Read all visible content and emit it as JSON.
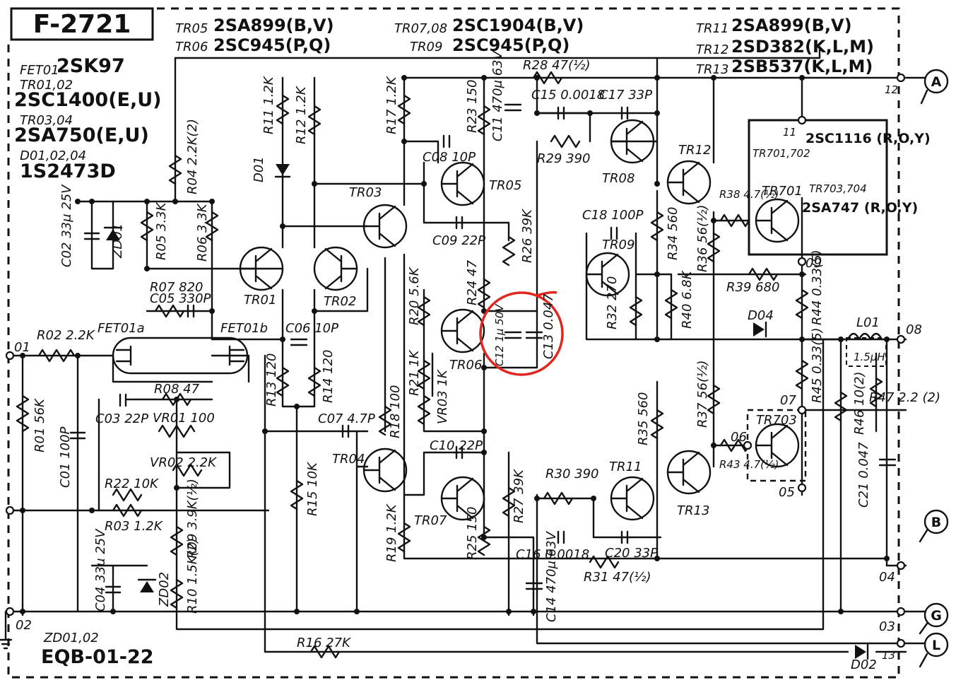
{
  "title": "F-2721",
  "board": "EQB-01-22",
  "part_lists": [
    [
      "FET01",
      "2SK97"
    ],
    [
      "TR01,02",
      "2SC1400(E,U)"
    ],
    [
      "TR03,04",
      "2SA750(E,U)"
    ],
    [
      "D01,02,04",
      "1S2473D"
    ],
    [
      "TR05",
      "2SA899(B,V)"
    ],
    [
      "TR06",
      "2SC945(P,Q)"
    ],
    [
      "TR07,08",
      "2SC1904(B,V)"
    ],
    [
      "TR09",
      "2SC945(P,Q)"
    ],
    [
      "TR11",
      "2SA899(B,V)"
    ],
    [
      "TR12",
      "2SD382(K,L,M)"
    ],
    [
      "TR13",
      "2SB537(K,L,M)"
    ],
    [
      "TR701,702",
      "2SC1116 (R,O,Y)"
    ],
    [
      "TR703,704",
      "2SA747 (R,O,Y)"
    ],
    [
      "ZD01,02",
      ""
    ]
  ],
  "part_labels": {
    "fet01a": "FET01a",
    "fet01b": "FET01b",
    "tr01": "TR01",
    "tr02": "TR02",
    "tr03": "TR03",
    "tr04": "TR04",
    "tr05": "TR05",
    "tr06": "TR06",
    "tr07": "TR07",
    "tr08": "TR08",
    "tr09": "TR09",
    "tr11": "TR11",
    "tr12": "TR12",
    "tr13": "TR13",
    "tr701": "TR701",
    "tr703": "TR703",
    "d01": "D01",
    "d02": "D02",
    "d04": "D04",
    "zd01": "ZD01",
    "zd02": "ZD02",
    "l01": "L01",
    "l01v": "1.5μH"
  },
  "components": {
    "r01": "R01 56K",
    "r02": "R02 2.2K",
    "r03": "R03 1.2K",
    "r04": "R04 2.2K(2)",
    "r05": "R05 3.3K",
    "r06": "R06 3.3K",
    "r07": "R07 820",
    "r08": "R08 47",
    "r09": "R09 3.9K(½)",
    "r10": "R10 1.5K(2)",
    "r11": "R11 1.2K",
    "r12": "R12 1.2K",
    "r13": "R13 120",
    "r14": "R14 120",
    "r15": "R15 10K",
    "r16": "R16 27K",
    "r17": "R17 1.2K",
    "r18": "R18 100",
    "r19": "R19 1.2K",
    "r20": "R20 5.6K",
    "r21": "R21 1K",
    "r22": "R22 10K",
    "r23": "R23 150",
    "r24": "R24 47",
    "r25": "R25 150",
    "r26": "R26 39K",
    "r27": "R27 39K",
    "r28": "R28 47(½)",
    "r29": "R29 390",
    "r30": "R30 390",
    "r31": "R31 47(½)",
    "r32": "R32 270",
    "r34": "R34 560",
    "r35": "R35 560",
    "r36": "R36 56(½)",
    "r37": "R37 56(½)",
    "r38": "R38 4.7(½)",
    "r39": "R39 680",
    "r40": "R40 6.8K",
    "r43": "R43 4.7(½)",
    "r44": "R44 0.33(5)",
    "r45": "R45 0.33(5)",
    "r46": "R46 10(2)",
    "r47": "R47 2.2 (2)",
    "vr01": "VR01 100",
    "vr02": "VR02 2.2K",
    "vr03": "VR03 1K",
    "c01": "C01 100P",
    "c02": "C02 33μ 25V",
    "c03": "C03 22P",
    "c04": "C04 33μ 25V",
    "c05": "C05 330P",
    "c06": "C06 10P",
    "c07": "C07 4.7P",
    "c08": "C08 10P",
    "c09": "C09 22P",
    "c10": "C10 22P",
    "c11": "C11 470μ 63V",
    "c12": "C12 1μ 50V",
    "c13": "C13 0.047",
    "c14": "C14 470μ 63V",
    "c15": "C15 0.0018",
    "c16": "C16 0.0018",
    "c17": "C17 33P",
    "c18": "C18 100P",
    "c20": "C20 33P",
    "c21": "C21 0.047"
  },
  "nodes": {
    "n01": "01",
    "n02": "02",
    "n03": "03",
    "n04": "04",
    "n05": "05",
    "n06": "06",
    "n07": "07",
    "n08": "08",
    "n09": "09",
    "n11": "11",
    "n12": "12",
    "n13": "13"
  },
  "terminals": {
    "a": "A",
    "b": "B",
    "g": "G",
    "l": "L"
  },
  "annotation": {
    "color": "#e0261e",
    "target": "C12 / C13"
  }
}
